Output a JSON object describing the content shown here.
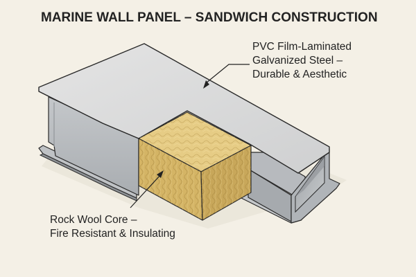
{
  "title": "MARINE WALL PANEL – SANDWICH CONSTRUCTION",
  "callouts": {
    "steel": {
      "lines": [
        "PVC Film-Laminated",
        "Galvanized Steel –",
        "Durable & Aesthetic"
      ]
    },
    "core": {
      "lines": [
        "Rock Wool Core –",
        "Fire Resistant & Insulating"
      ]
    }
  },
  "colors": {
    "background": "#f4f0e6",
    "steel_top": "#dcdcdc",
    "steel_side": "#b9bcc0",
    "core_top": "#e6cc85",
    "core_front": "#d4b465",
    "core_side": "#c8a75a",
    "outline": "#2a2a2a"
  }
}
